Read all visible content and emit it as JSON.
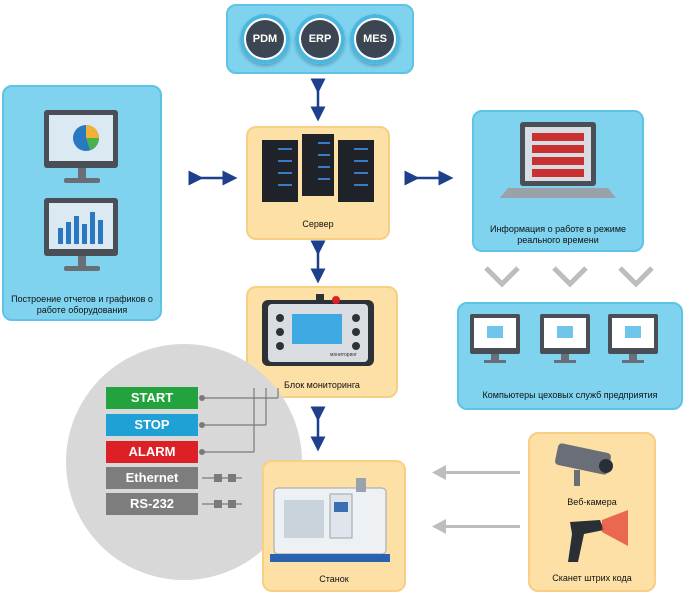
{
  "systems": {
    "pdm": "PDM",
    "erp": "ERP",
    "mes": "MES"
  },
  "boxes": {
    "reports": "Построение отчетов и графиков о работе оборудования",
    "server": "Сервер",
    "realtime": "Информация о работе в режиме реального времени",
    "monitoring": "Блок мониторинга",
    "computers": "Компьютеры цеховых служб предприятия",
    "machine": "Станок",
    "webcam": "Веб-камера",
    "scanner": "Сканет штрих кода"
  },
  "signals": [
    {
      "label": "START",
      "color": "#23a33d"
    },
    {
      "label": "STOP",
      "color": "#1fa1d6"
    },
    {
      "label": "ALARM",
      "color": "#dd1f26"
    },
    {
      "label": "Ethernet",
      "color": "#7d7d7d"
    },
    {
      "label": "RS-232",
      "color": "#7d7d7d"
    }
  ],
  "device_label": "мониторинг"
}
